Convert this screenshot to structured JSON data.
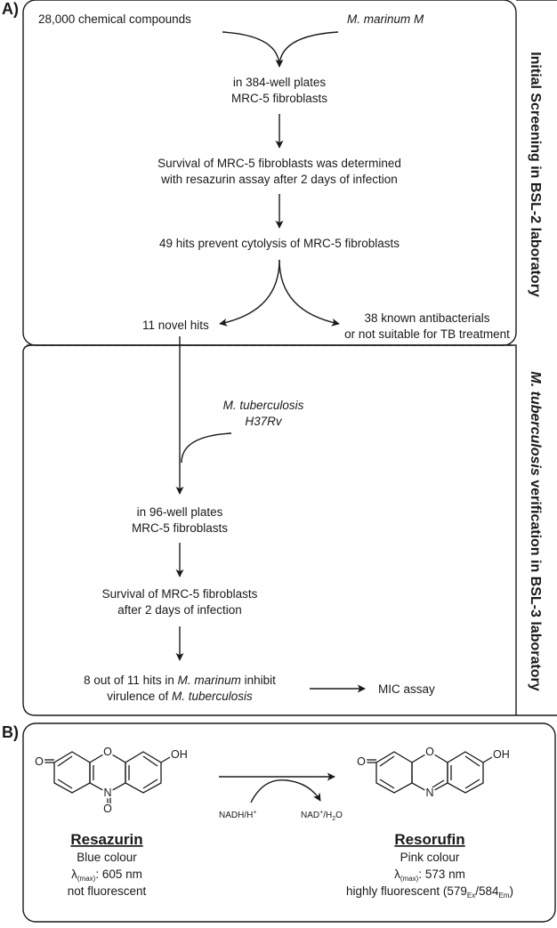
{
  "panel_a": {
    "label": "A)",
    "side_top": "Initial Screening in BSL-2 laboratory",
    "side_bottom_italic": "M. tuberculosis",
    "side_bottom_rest": " verification in BSL-3 laboratory",
    "compounds": "28,000 chemical compounds",
    "marinum": "M. marinum M",
    "plates384_l1": "in 384-well plates",
    "plates384_l2": "MRC-5 fibroblasts",
    "survival1_l1": "Survival of MRC-5 fibroblasts was determined",
    "survival1_l2": "with resazurin assay after 2 days of infection",
    "hits49": "49 hits prevent cytolysis of MRC-5 fibroblasts",
    "novel": "11 novel hits",
    "known_l1": "38 known antibacterials",
    "known_l2": "or not suitable for TB treatment",
    "mtb_l1": "M. tuberculosis",
    "mtb_l2": "H37Rv",
    "plates96_l1": "in 96-well plates",
    "plates96_l2": "MRC-5 fibroblasts",
    "survival2_l1": "Survival of MRC-5 fibroblasts",
    "survival2_l2": "after 2 days of infection",
    "final_a": "8 out of 11 hits in ",
    "final_b": "M. marinum",
    "final_c": " inhibit",
    "final_d": "virulence of ",
    "final_e": "M. tuberculosis",
    "mic": "MIC assay"
  },
  "panel_b": {
    "label": "B)",
    "reagent": "NADH/H",
    "reagent_sup": "+",
    "product_a": "NAD",
    "product_sup": "+",
    "product_b": "/H",
    "product_sub": "2",
    "product_c": "O",
    "left": {
      "name": "Resazurin",
      "colour": "Blue colour",
      "lambda": "λ",
      "lambda_sub": "(max)",
      "lambda_val": ": 605 nm",
      "fluor": "not fluorescent",
      "atoms": {
        "o": "O",
        "ring_o": "O",
        "oh": "OH",
        "n": "N",
        "n_o": "O"
      }
    },
    "right": {
      "name": "Resorufin",
      "colour": "Pink colour",
      "lambda": "λ",
      "lambda_sub": "(max)",
      "lambda_val": ": 573 nm",
      "fluor_a": "highly fluorescent (579",
      "fluor_sub1": "Ex",
      "fluor_b": "/584",
      "fluor_sub2": "Em",
      "fluor_c": ")",
      "atoms": {
        "o": "O",
        "ring_o": "O",
        "oh": "OH",
        "n": "N"
      }
    }
  }
}
